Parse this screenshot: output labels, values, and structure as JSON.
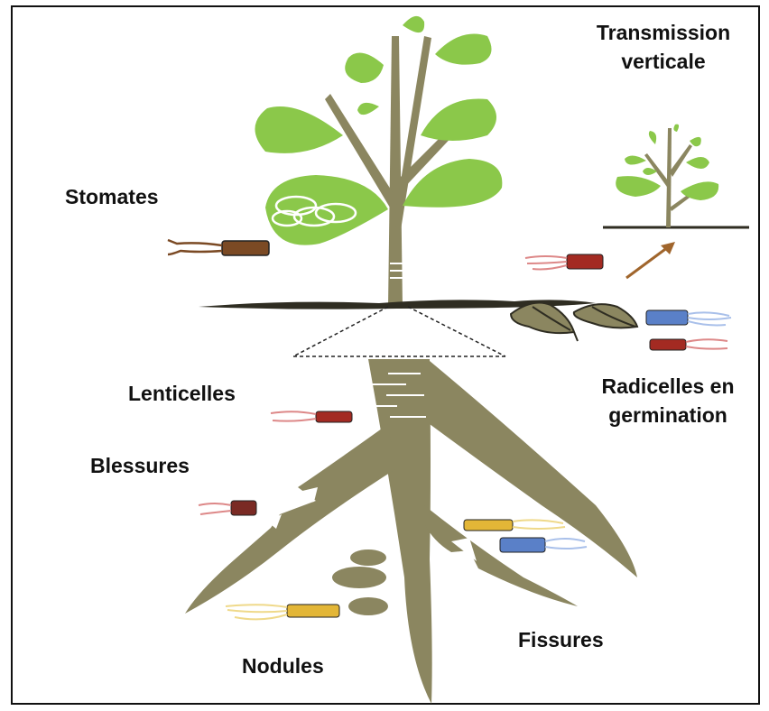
{
  "labels": {
    "transmission_line1": "Transmission",
    "transmission_line2": "verticale",
    "stomates": "Stomates",
    "lenticelles": "Lenticelles",
    "blessures": "Blessures",
    "radicelles_line1": "Radicelles en",
    "radicelles_line2": "germination",
    "fissures": "Fissures",
    "nodules": "Nodules"
  },
  "colors": {
    "leaf": "#8bc84a",
    "stem": "#8b8660",
    "soil": "#2f2d22",
    "bacteria_red": "#a32a22",
    "bacteria_blue": "#5a80c8",
    "bacteria_yellow": "#e3b637",
    "bacteria_brown": "#7b4a24",
    "arrow": "#a0652c"
  }
}
